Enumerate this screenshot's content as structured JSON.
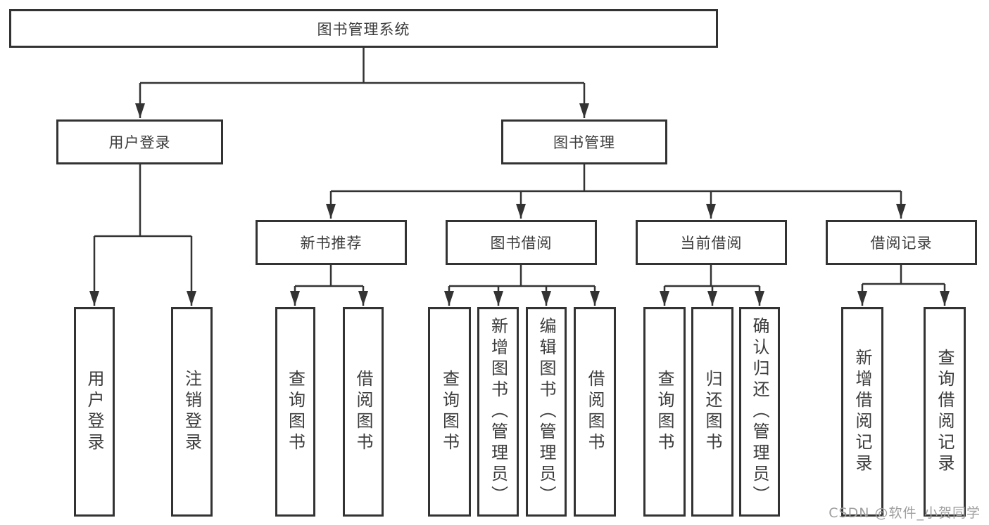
{
  "tree": {
    "root": {
      "label": "图书管理系统",
      "children": [
        {
          "label": "用户登录",
          "children": [
            {
              "label": "用户登录"
            },
            {
              "label": "注销登录"
            }
          ]
        },
        {
          "label": "图书管理",
          "children": [
            {
              "label": "新书推荐",
              "children": [
                {
                  "label": "查询图书"
                },
                {
                  "label": "借阅图书"
                }
              ]
            },
            {
              "label": "图书借阅",
              "children": [
                {
                  "label": "查询图书"
                },
                {
                  "label": "新增图书（管理员）"
                },
                {
                  "label": "编辑图书（管理员）"
                },
                {
                  "label": "借阅图书"
                }
              ]
            },
            {
              "label": "当前借阅",
              "children": [
                {
                  "label": "查询图书"
                },
                {
                  "label": "归还图书"
                },
                {
                  "label": "确认归还（管理员）"
                }
              ]
            },
            {
              "label": "借阅记录",
              "children": [
                {
                  "label": "新增借阅记录"
                },
                {
                  "label": "查询借阅记录"
                }
              ]
            }
          ]
        }
      ]
    }
  },
  "watermark": {
    "text": "CSDN @软件_小贺同学"
  },
  "colors": {
    "line": "#333333",
    "text": "#3c3c3c",
    "watermark": "#9e9e9e",
    "background": "#ffffff"
  }
}
